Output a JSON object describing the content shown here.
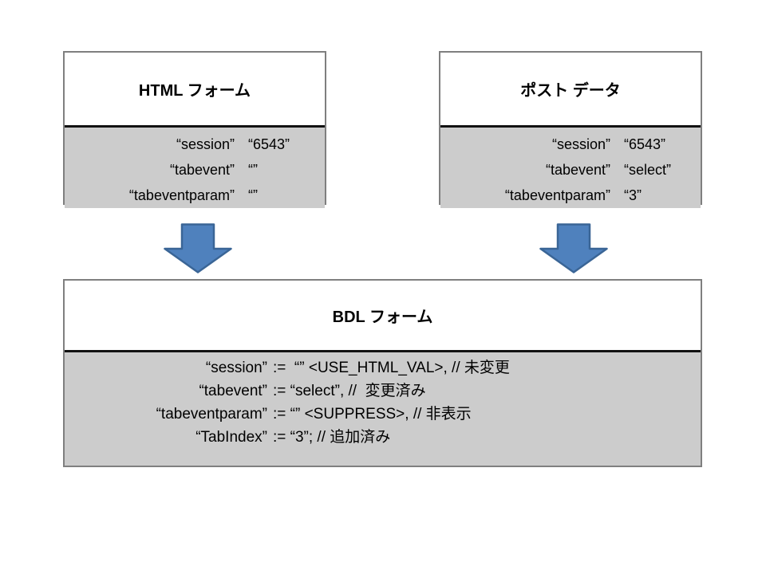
{
  "boxes": {
    "html_form": {
      "title": "HTML フォーム",
      "rows": [
        {
          "name": "“session”",
          "value": "“6543”"
        },
        {
          "name": "“tabevent”",
          "value": "“”"
        },
        {
          "name": "“tabeventparam”",
          "value": "“”"
        }
      ]
    },
    "post_data": {
      "title": "ポスト データ",
      "rows": [
        {
          "name": "“session”",
          "value": "“6543”"
        },
        {
          "name": "“tabevent”",
          "value": "“select”"
        },
        {
          "name": "“tabeventparam”",
          "value": "“3”"
        }
      ]
    },
    "bdl_form": {
      "title": "BDL フォーム",
      "rows": [
        {
          "name": "“session”",
          "value": ":=  “” <USE_HTML_VAL>, // 未変更"
        },
        {
          "name": "“tabevent”",
          "value": ":= “select”, //  変更済み"
        },
        {
          "name": "“tabeventparam”",
          "value": ":= “” <SUPPRESS>, // 非表示"
        },
        {
          "name": "“TabIndex”",
          "value": ":= “3”; // 追加済み"
        }
      ]
    }
  },
  "icons": {
    "left_arrow": "down-arrow",
    "right_arrow": "down-arrow"
  },
  "colors": {
    "arrow_fill": "#4F81BD",
    "arrow_border": "#3A6596",
    "box_border": "#7F7F7F",
    "body_background": "#CCCCCC",
    "header_divider": "#111111"
  }
}
